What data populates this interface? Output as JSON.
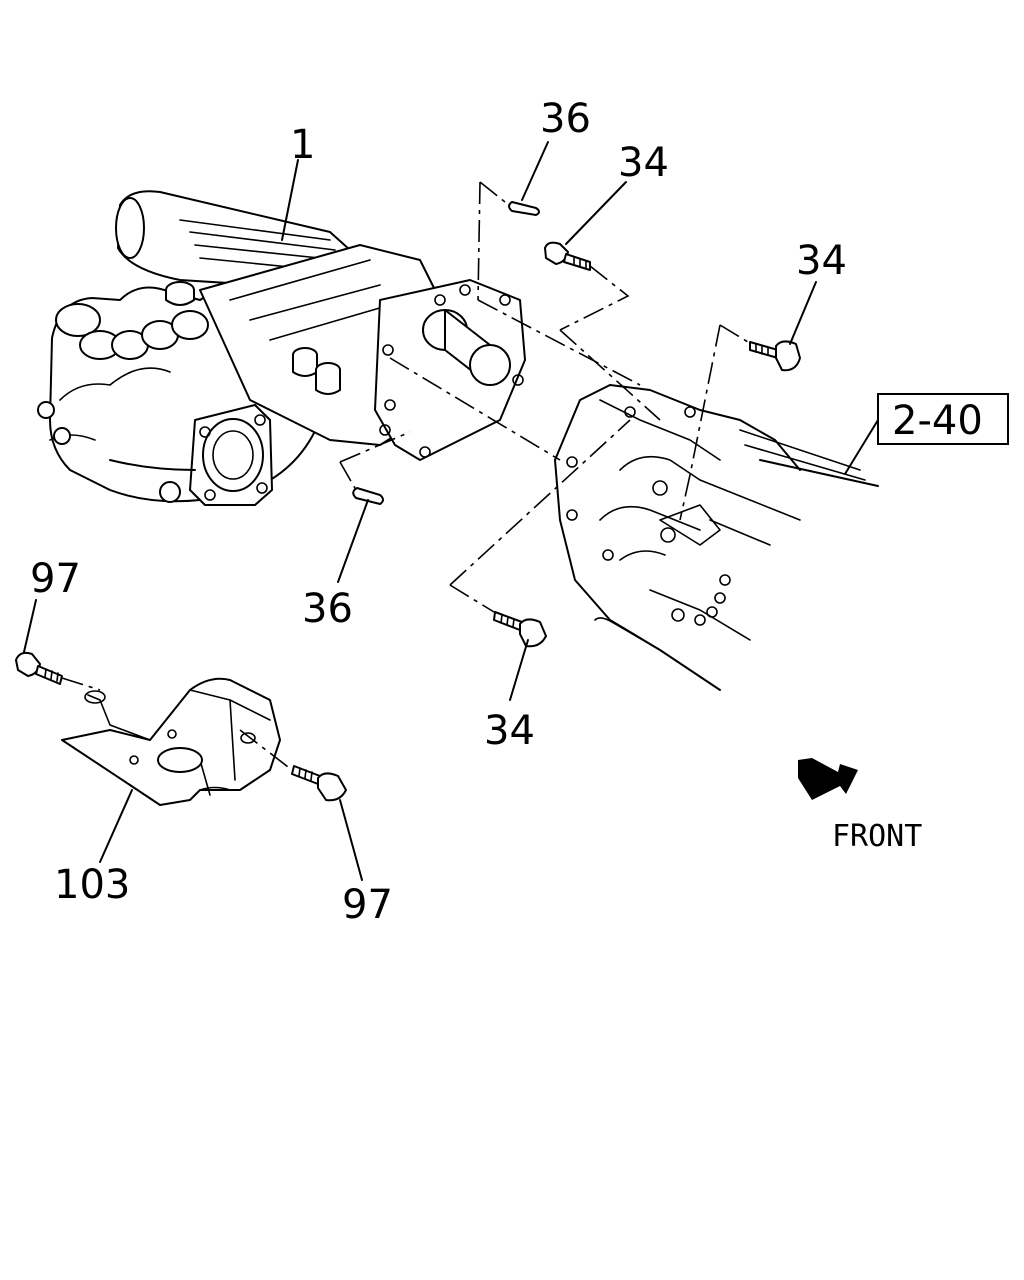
{
  "labels": {
    "part_1": "1",
    "pin_36_top": "36",
    "pin_36_bottom": "36",
    "bolt_34_a": "34",
    "bolt_34_b": "34",
    "bolt_34_c": "34",
    "bolt_97_left": "97",
    "bolt_97_right": "97",
    "bracket_103": "103"
  },
  "reference": "2-40",
  "front_label": "FRONT",
  "colors": {
    "ink": "#000000",
    "paper": "#ffffff"
  }
}
